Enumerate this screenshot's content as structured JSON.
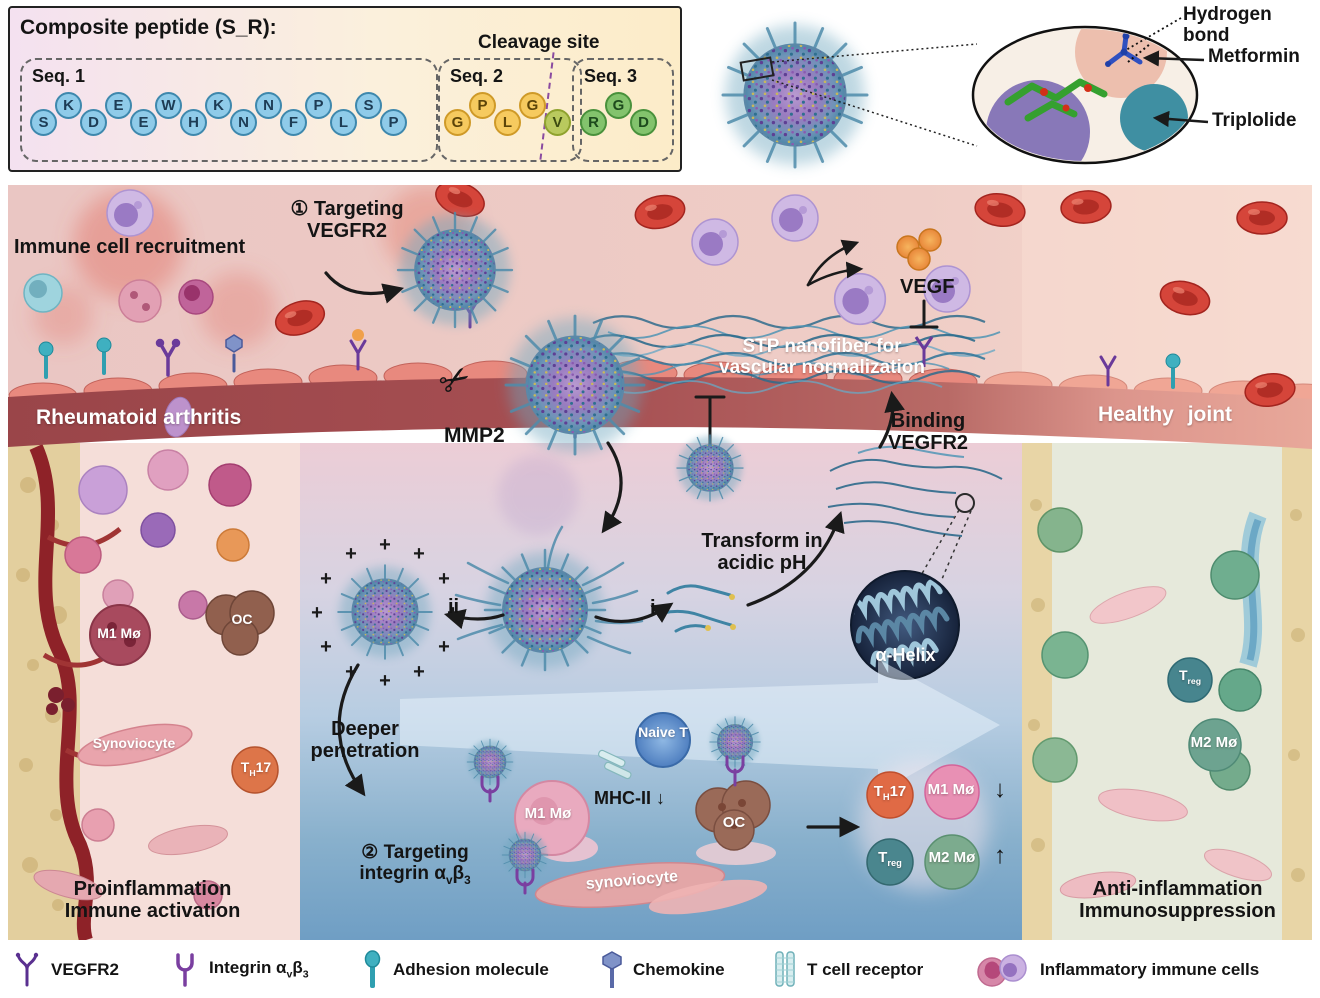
{
  "header": {
    "peptide_box": {
      "title": "Composite peptide (S_R):",
      "cleavage_site": "Cleavage site",
      "seq1_label": "Seq. 1",
      "seq2_label": "Seq. 2",
      "seq3_label": "Seq. 3",
      "seq1": [
        "S",
        "K",
        "D",
        "E",
        "E",
        "W",
        "H",
        "K",
        "N",
        "N",
        "F",
        "P",
        "L",
        "S",
        "P"
      ],
      "seq2": [
        "G",
        "P",
        "L",
        "G",
        "V"
      ],
      "seq3": [
        "R",
        "G",
        "D"
      ]
    },
    "inset": {
      "hydrogen_bond": "Hydrogen bond",
      "metformin": "Metformin",
      "triplolide": "Triplolide"
    }
  },
  "main": {
    "immune_recruitment": "Immune cell recruitment",
    "targeting_vegfr2_1": "① Targeting",
    "targeting_vegfr2_2": "VEGFR2",
    "rheumatoid": "Rheumatoid arthritis",
    "healthy": "Healthy joint",
    "mmp2": "MMP2",
    "scissors": "✂",
    "stp_1": "STP nanofiber for",
    "stp_2": "vascular normalization",
    "vegf": "VEGF",
    "binding_1": "Binding",
    "binding_2": "VEGFR2",
    "transform_1": "Transform in",
    "transform_2": "acidic pH",
    "alpha_helix": "α-Helix",
    "step_i": "i",
    "step_ii": "ii",
    "plus": "+",
    "deeper_1": "Deeper",
    "deeper_2": "penetration",
    "naive_t": "Naive T",
    "mhc": "MHC-II ↓",
    "m1_mo": "M1 Mø",
    "oc": "OC",
    "targeting_integrin_1": "② Targeting",
    "targeting_integrin_2a": "integrin α",
    "targeting_integrin_sub1": "v",
    "targeting_integrin_2b": "β",
    "targeting_integrin_sub2": "3",
    "synoviocyte": "synoviocyte",
    "outcome": {
      "th17_t": "T",
      "th17_sub": "H",
      "th17_num": "17",
      "m1": "M1 Mø",
      "down": "↓",
      "treg_t": "T",
      "treg_sub": "reg",
      "m2": "M2 Mø",
      "up": "↑"
    },
    "left_panel": {
      "m1_mo": "M1 Mø",
      "oc": "OC",
      "synoviocyte": "Synoviocyte",
      "th17_t": "T",
      "th17_sub": "H",
      "th17_num": "17",
      "caption_1": "Proinflammation",
      "caption_2": "Immune activation"
    },
    "right_panel": {
      "treg_t": "T",
      "treg_sub": "reg",
      "m2_mo": "M2 Mø",
      "caption_1": "Anti-inflammation",
      "caption_2": "Immunosuppression"
    }
  },
  "legend": {
    "vegfr2": "VEGFR2",
    "integrin_a": "Integrin α",
    "integrin_sub1": "v",
    "integrin_b": "β",
    "integrin_sub2": "3",
    "adhesion": "Adhesion molecule",
    "chemokine": "Chemokine",
    "tcr": "T cell receptor",
    "inflammatory": "Inflammatory immune cells"
  },
  "colors": {
    "accent_teal": "#3fa8b8",
    "accent_purple": "#6a3a9a",
    "vessel_red": "#a64f52",
    "fiber_blue": "#2e6b8c"
  }
}
